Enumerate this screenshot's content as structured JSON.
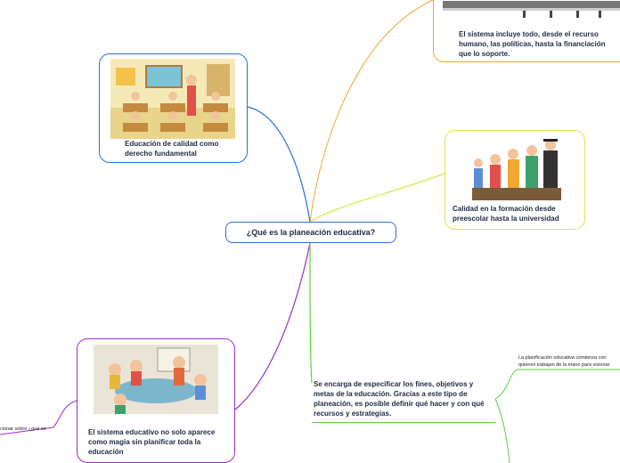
{
  "central_topic": "¿Qué es la planeación educativa?",
  "nodes": {
    "top_right": "El sistema incluye todo, desde el recurso humano, las políticas, hasta la financiación que lo soporte.",
    "top_left": "Educación de calidad como derecho fundamental",
    "mid_right": "Calidad en la formación desde preescolar hasta la universidad",
    "bottom_left": "El sistema educativo no solo aparece como magia sin planificar toda la educación",
    "bottom_center": "Se encarga de especificar los fines, objetivos y metas de la educación. Gracias a este tipo de planeación, es posible definir qué hacer y con qué recursos y estrategias.",
    "far_right_note_line1": "La planificación educativa comienza con",
    "far_right_note_line2": "quienes trabajan de la mano para visionar",
    "far_left_note": "cionar sobre ¿qué es"
  },
  "colors": {
    "top_right_branch": "#f0a830",
    "top_left_branch": "#2a6fd6",
    "mid_right_branch": "#d8e84a",
    "bottom_left_branch": "#9b2fc9",
    "bottom_center_branch": "#5cd040"
  },
  "images": {
    "top_right": "school-building-illustration",
    "top_left": "classroom-illustration",
    "mid_right": "students-graduation-illustration",
    "bottom_left": "teacher-meeting-illustration"
  }
}
